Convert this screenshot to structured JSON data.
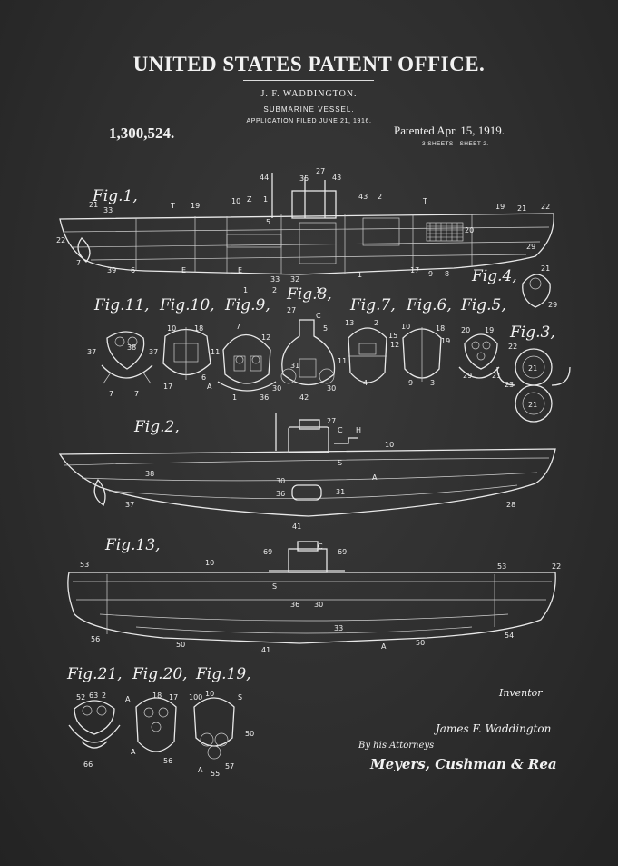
{
  "header": {
    "office": "UNITED STATES PATENT OFFICE.",
    "inventor": "J. F. WADDINGTON.",
    "invention": "SUBMARINE VESSEL.",
    "filed": "APPLICATION FILED JUNE 21, 1916.",
    "patent_number": "1,300,524.",
    "patented": "Patented Apr. 15, 1919.",
    "sheets": "3 SHEETS—SHEET 2."
  },
  "figures": {
    "fig1": "Fig.1,",
    "fig2": "Fig.2,",
    "fig3": "Fig.3,",
    "fig4": "Fig.4,",
    "fig5": "Fig.5,",
    "fig6": "Fig.6,",
    "fig7": "Fig.7,",
    "fig8": "Fig.8,",
    "fig9": "Fig.9,",
    "fig10": "Fig.10,",
    "fig11": "Fig.11,",
    "fig13": "Fig.13,",
    "fig19": "Fig.19,",
    "fig20": "Fig.20,",
    "fig21": "Fig.21,"
  },
  "signature": {
    "label": "Inventor",
    "name": "James F. Waddington",
    "attorneys": "By his Attorneys",
    "firm": "Meyers, Cushman & Rea"
  },
  "colors": {
    "background": "#2e2e2e",
    "ink": "#f2f2f2"
  }
}
